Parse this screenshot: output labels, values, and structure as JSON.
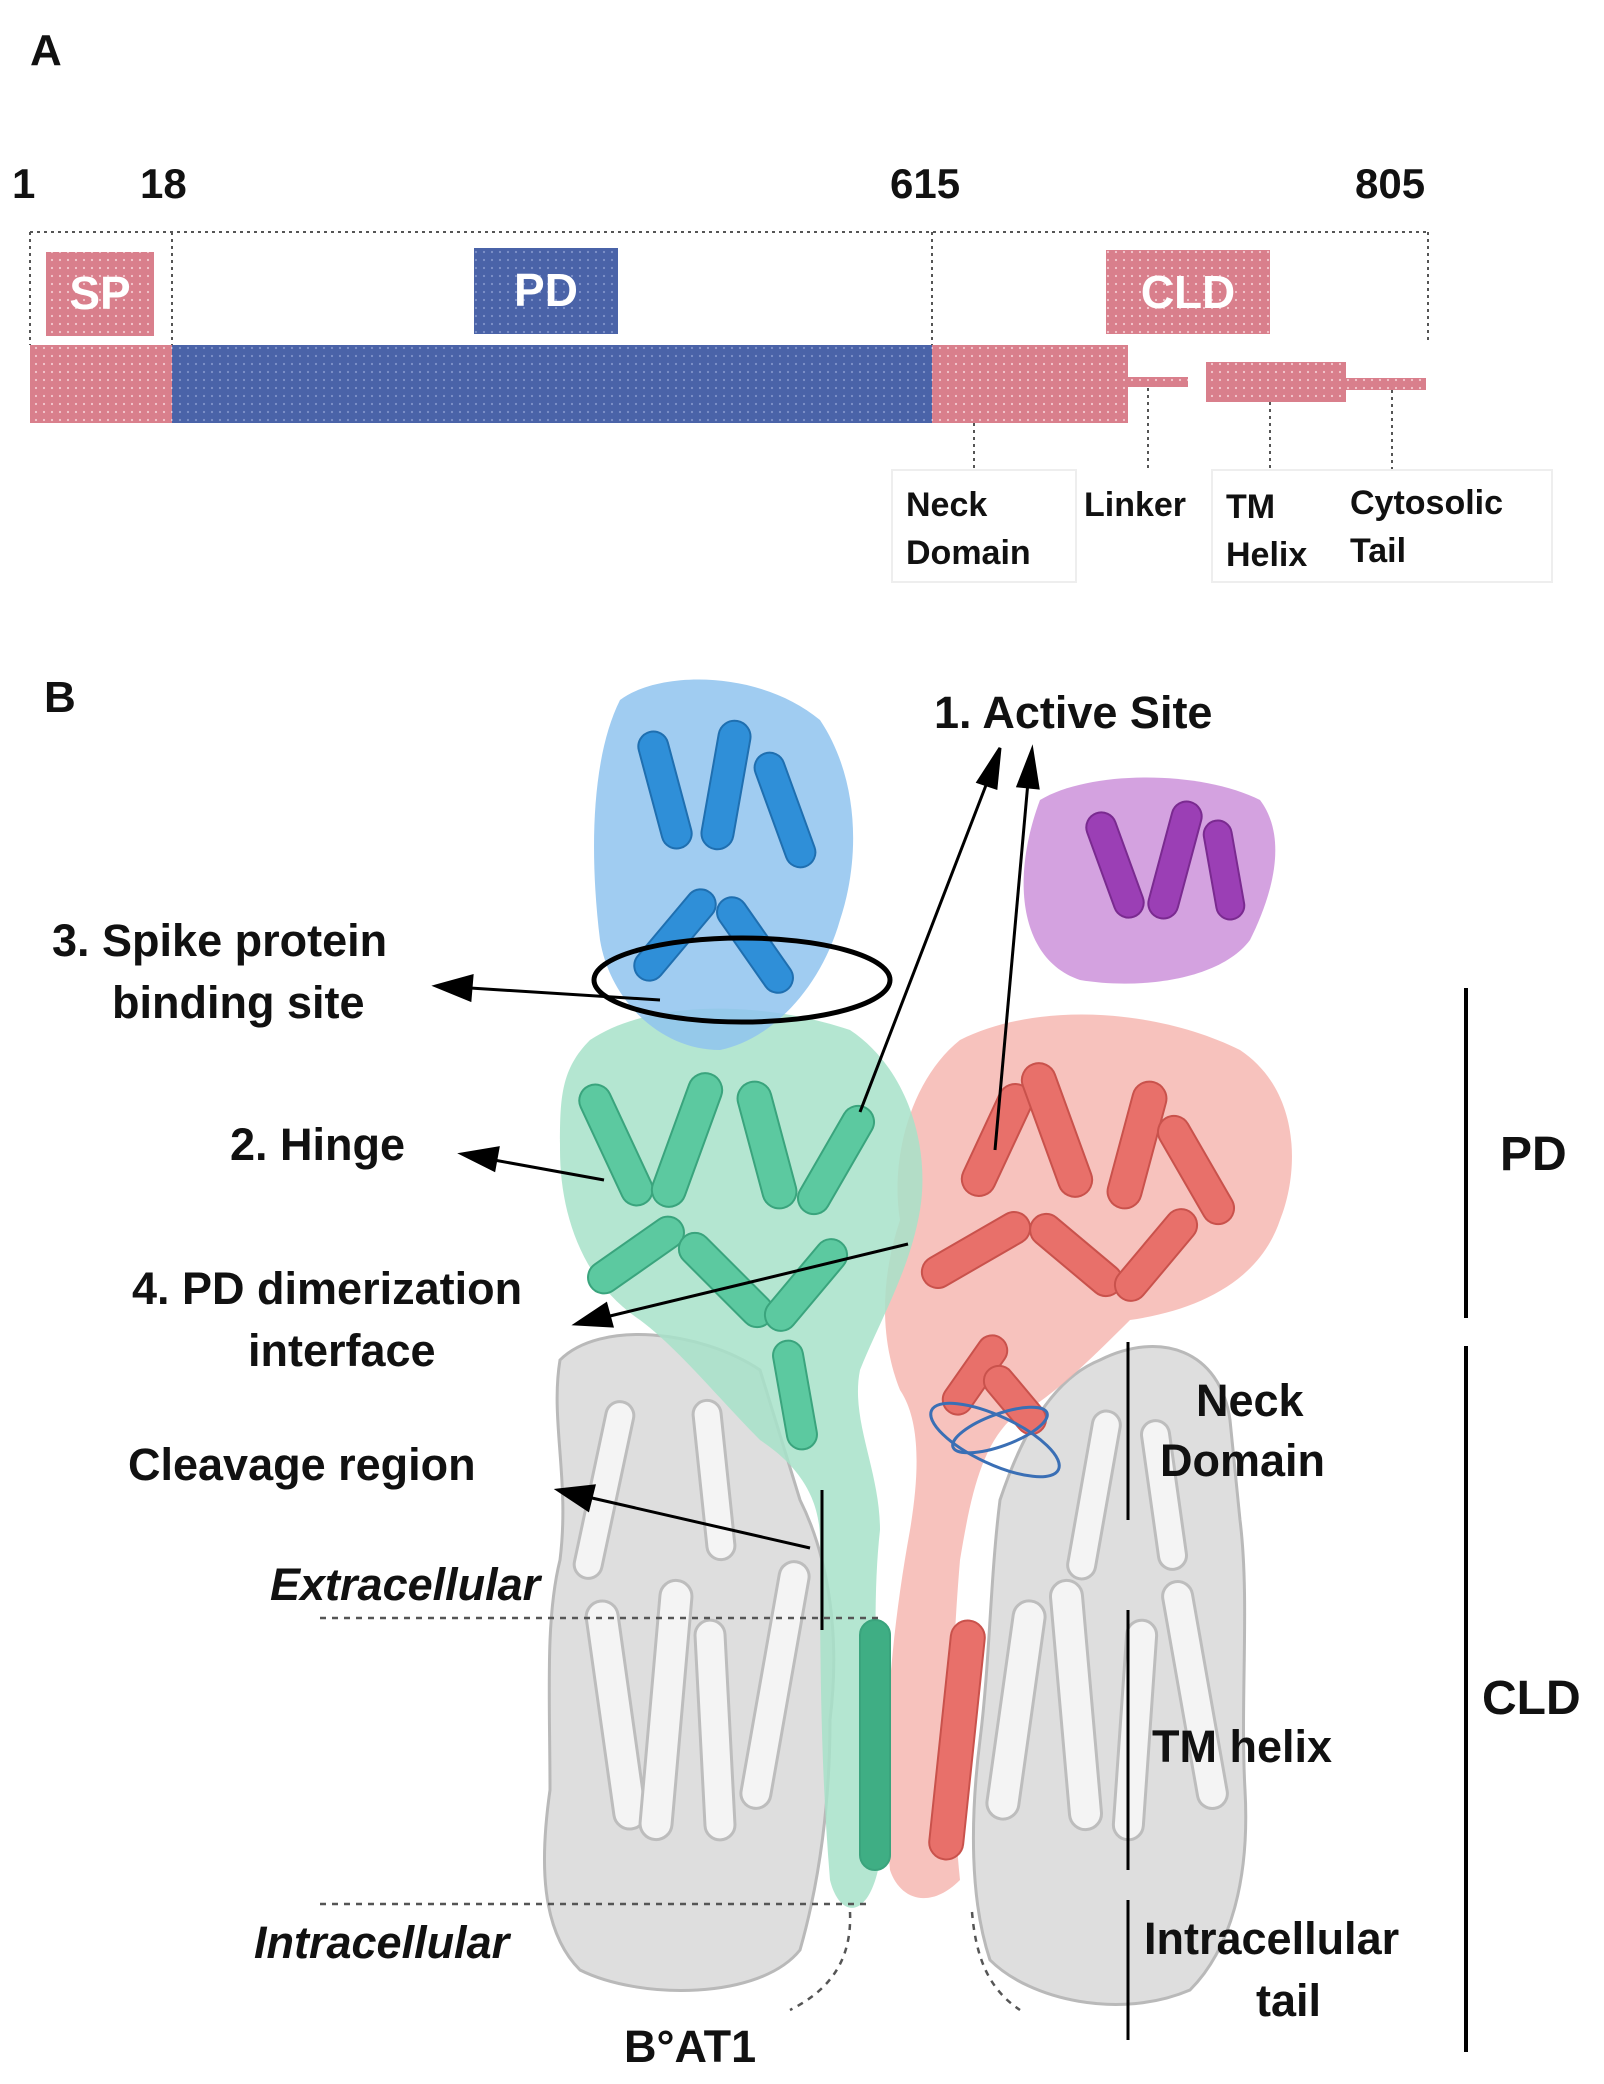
{
  "panel_a": {
    "letter": "A",
    "residues": [
      "1",
      "18",
      "615",
      "805"
    ],
    "domain_boxes": {
      "sp": "SP",
      "pd": "PD",
      "cld": "CLD"
    },
    "colors": {
      "pink": "#d97f8c",
      "blue": "#4a63a8"
    },
    "subdomains": {
      "neck": [
        "Neck",
        "Domain"
      ],
      "linker": "Linker",
      "tm": [
        "TM",
        "Helix"
      ],
      "cyto": [
        "Cytosolic",
        "Tail"
      ]
    }
  },
  "panel_b": {
    "letter": "B",
    "active_site": "1. Active Site",
    "hinge": "2. Hinge",
    "spike": [
      "3. Spike protein",
      "binding site"
    ],
    "pd_dimer": [
      "4. PD dimerization",
      "interface"
    ],
    "cleavage": "Cleavage region",
    "extracellular": "Extracellular",
    "intracellular": "Intracellular",
    "neck": [
      "Neck",
      "Domain"
    ],
    "tm_helix": "TM helix",
    "intra_tail": [
      "Intracellular",
      "tail"
    ],
    "boat1": "B°AT1",
    "side_pd": "PD",
    "side_cld": "CLD",
    "colors": {
      "blue": "#2f8fd8",
      "purple": "#9b3fb5",
      "green": "#5cc9a0",
      "red": "#e8706a",
      "grey": "#d6d6d6"
    }
  }
}
